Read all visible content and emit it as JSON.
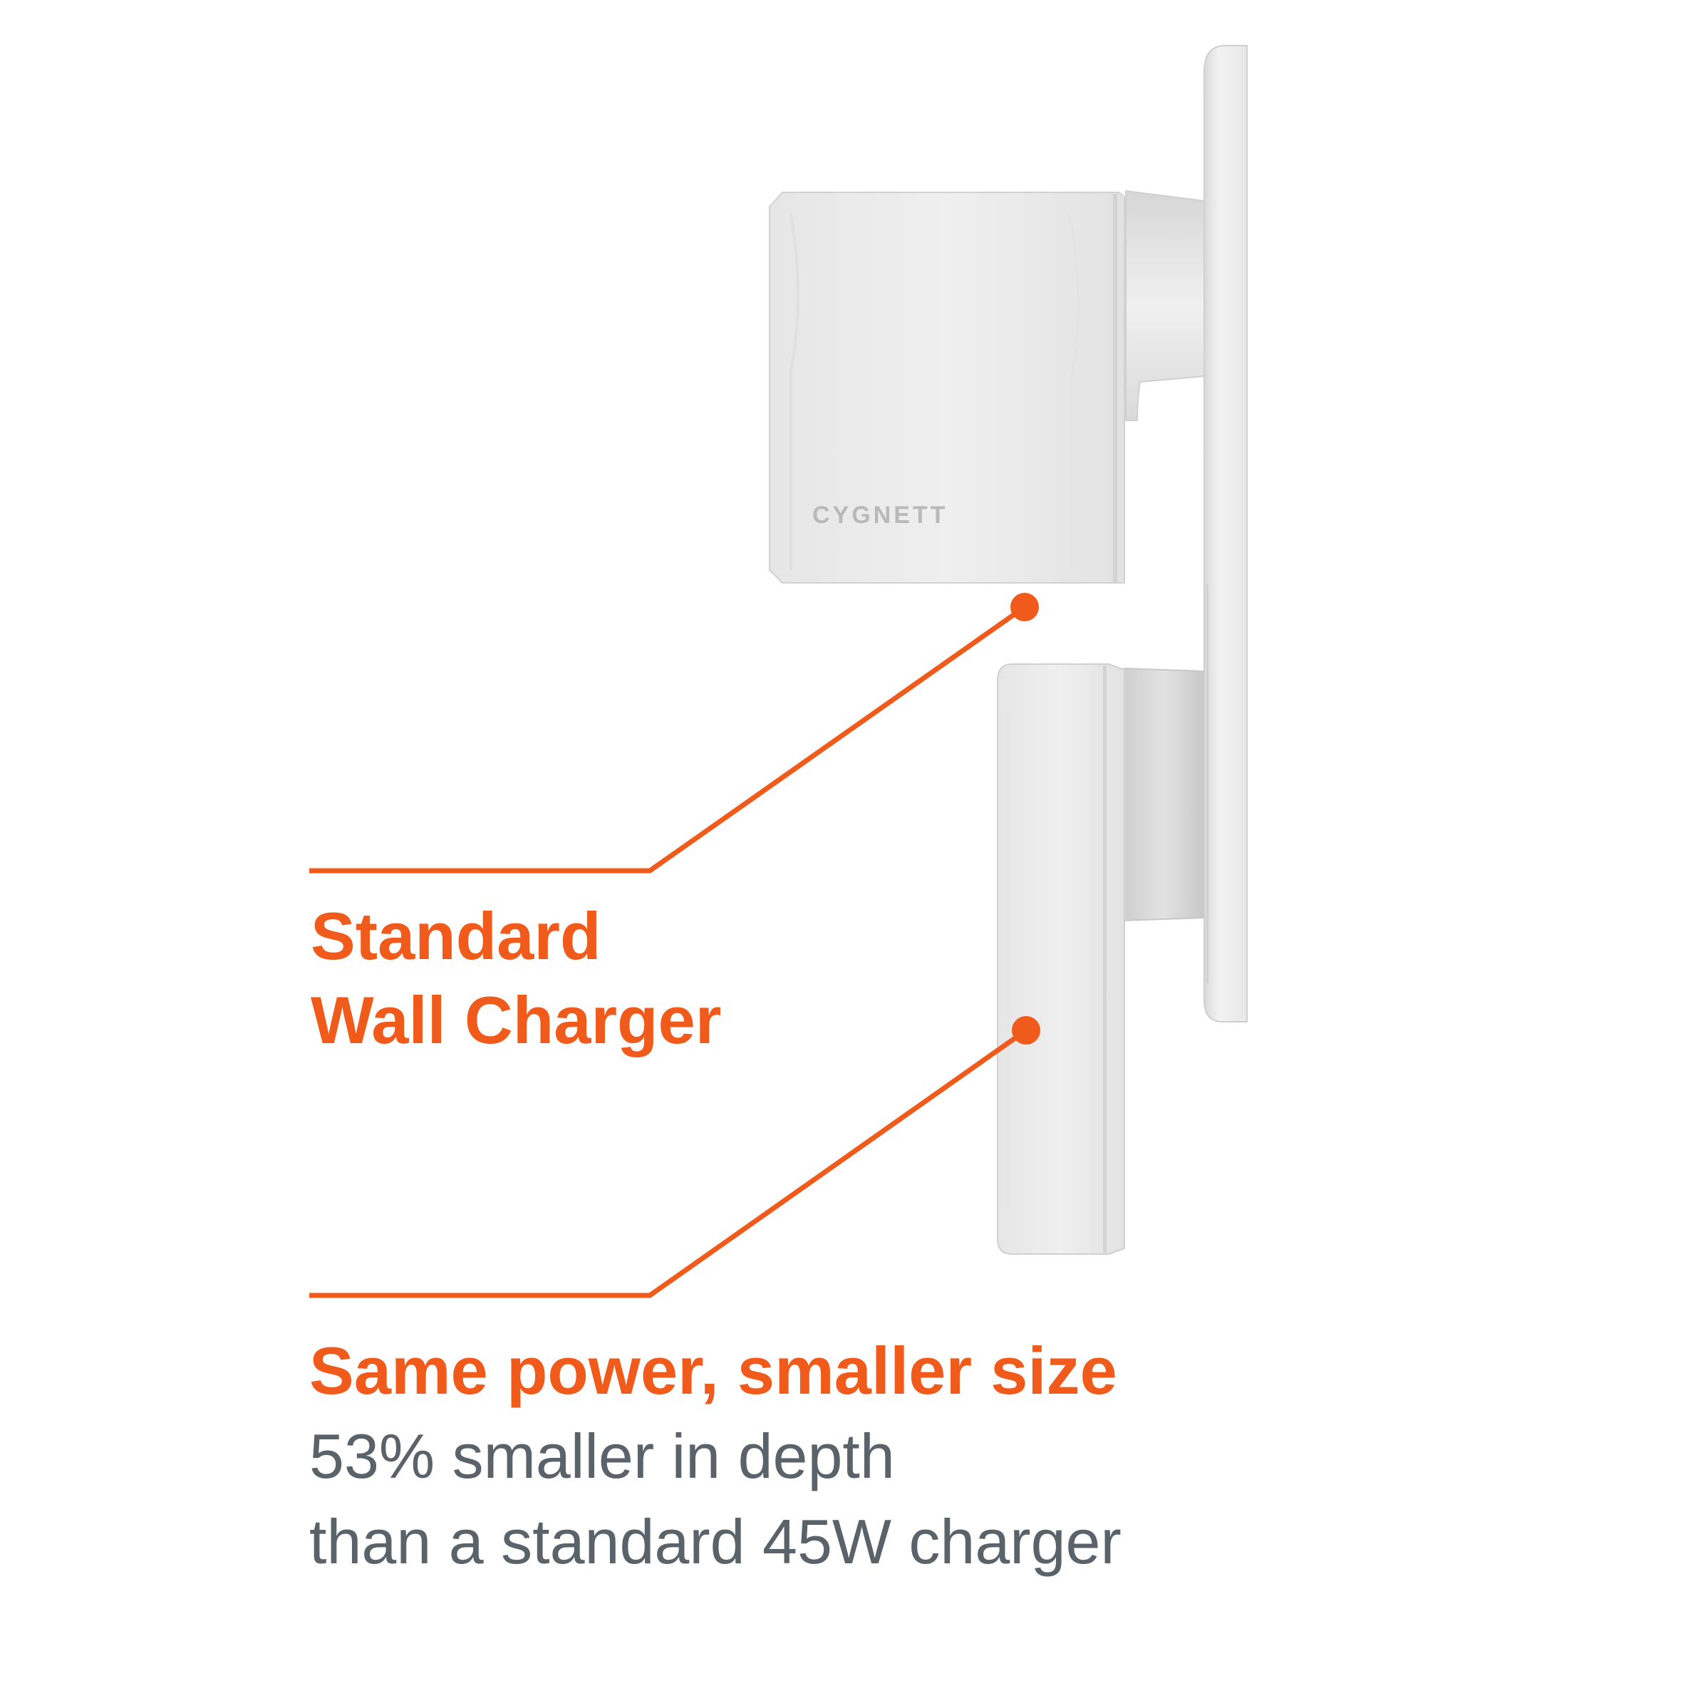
{
  "brand": {
    "logo_text": "CYGNETT",
    "accent_color": "#f05a1a",
    "text_grey": "#5a626a"
  },
  "callouts": {
    "standard": {
      "line1": "Standard",
      "line2": "Wall Charger"
    },
    "cygnett": {
      "headline": "Same power, smaller size",
      "sub_line1": "53% smaller in depth",
      "sub_line2": "than a standard 45W charger"
    }
  }
}
